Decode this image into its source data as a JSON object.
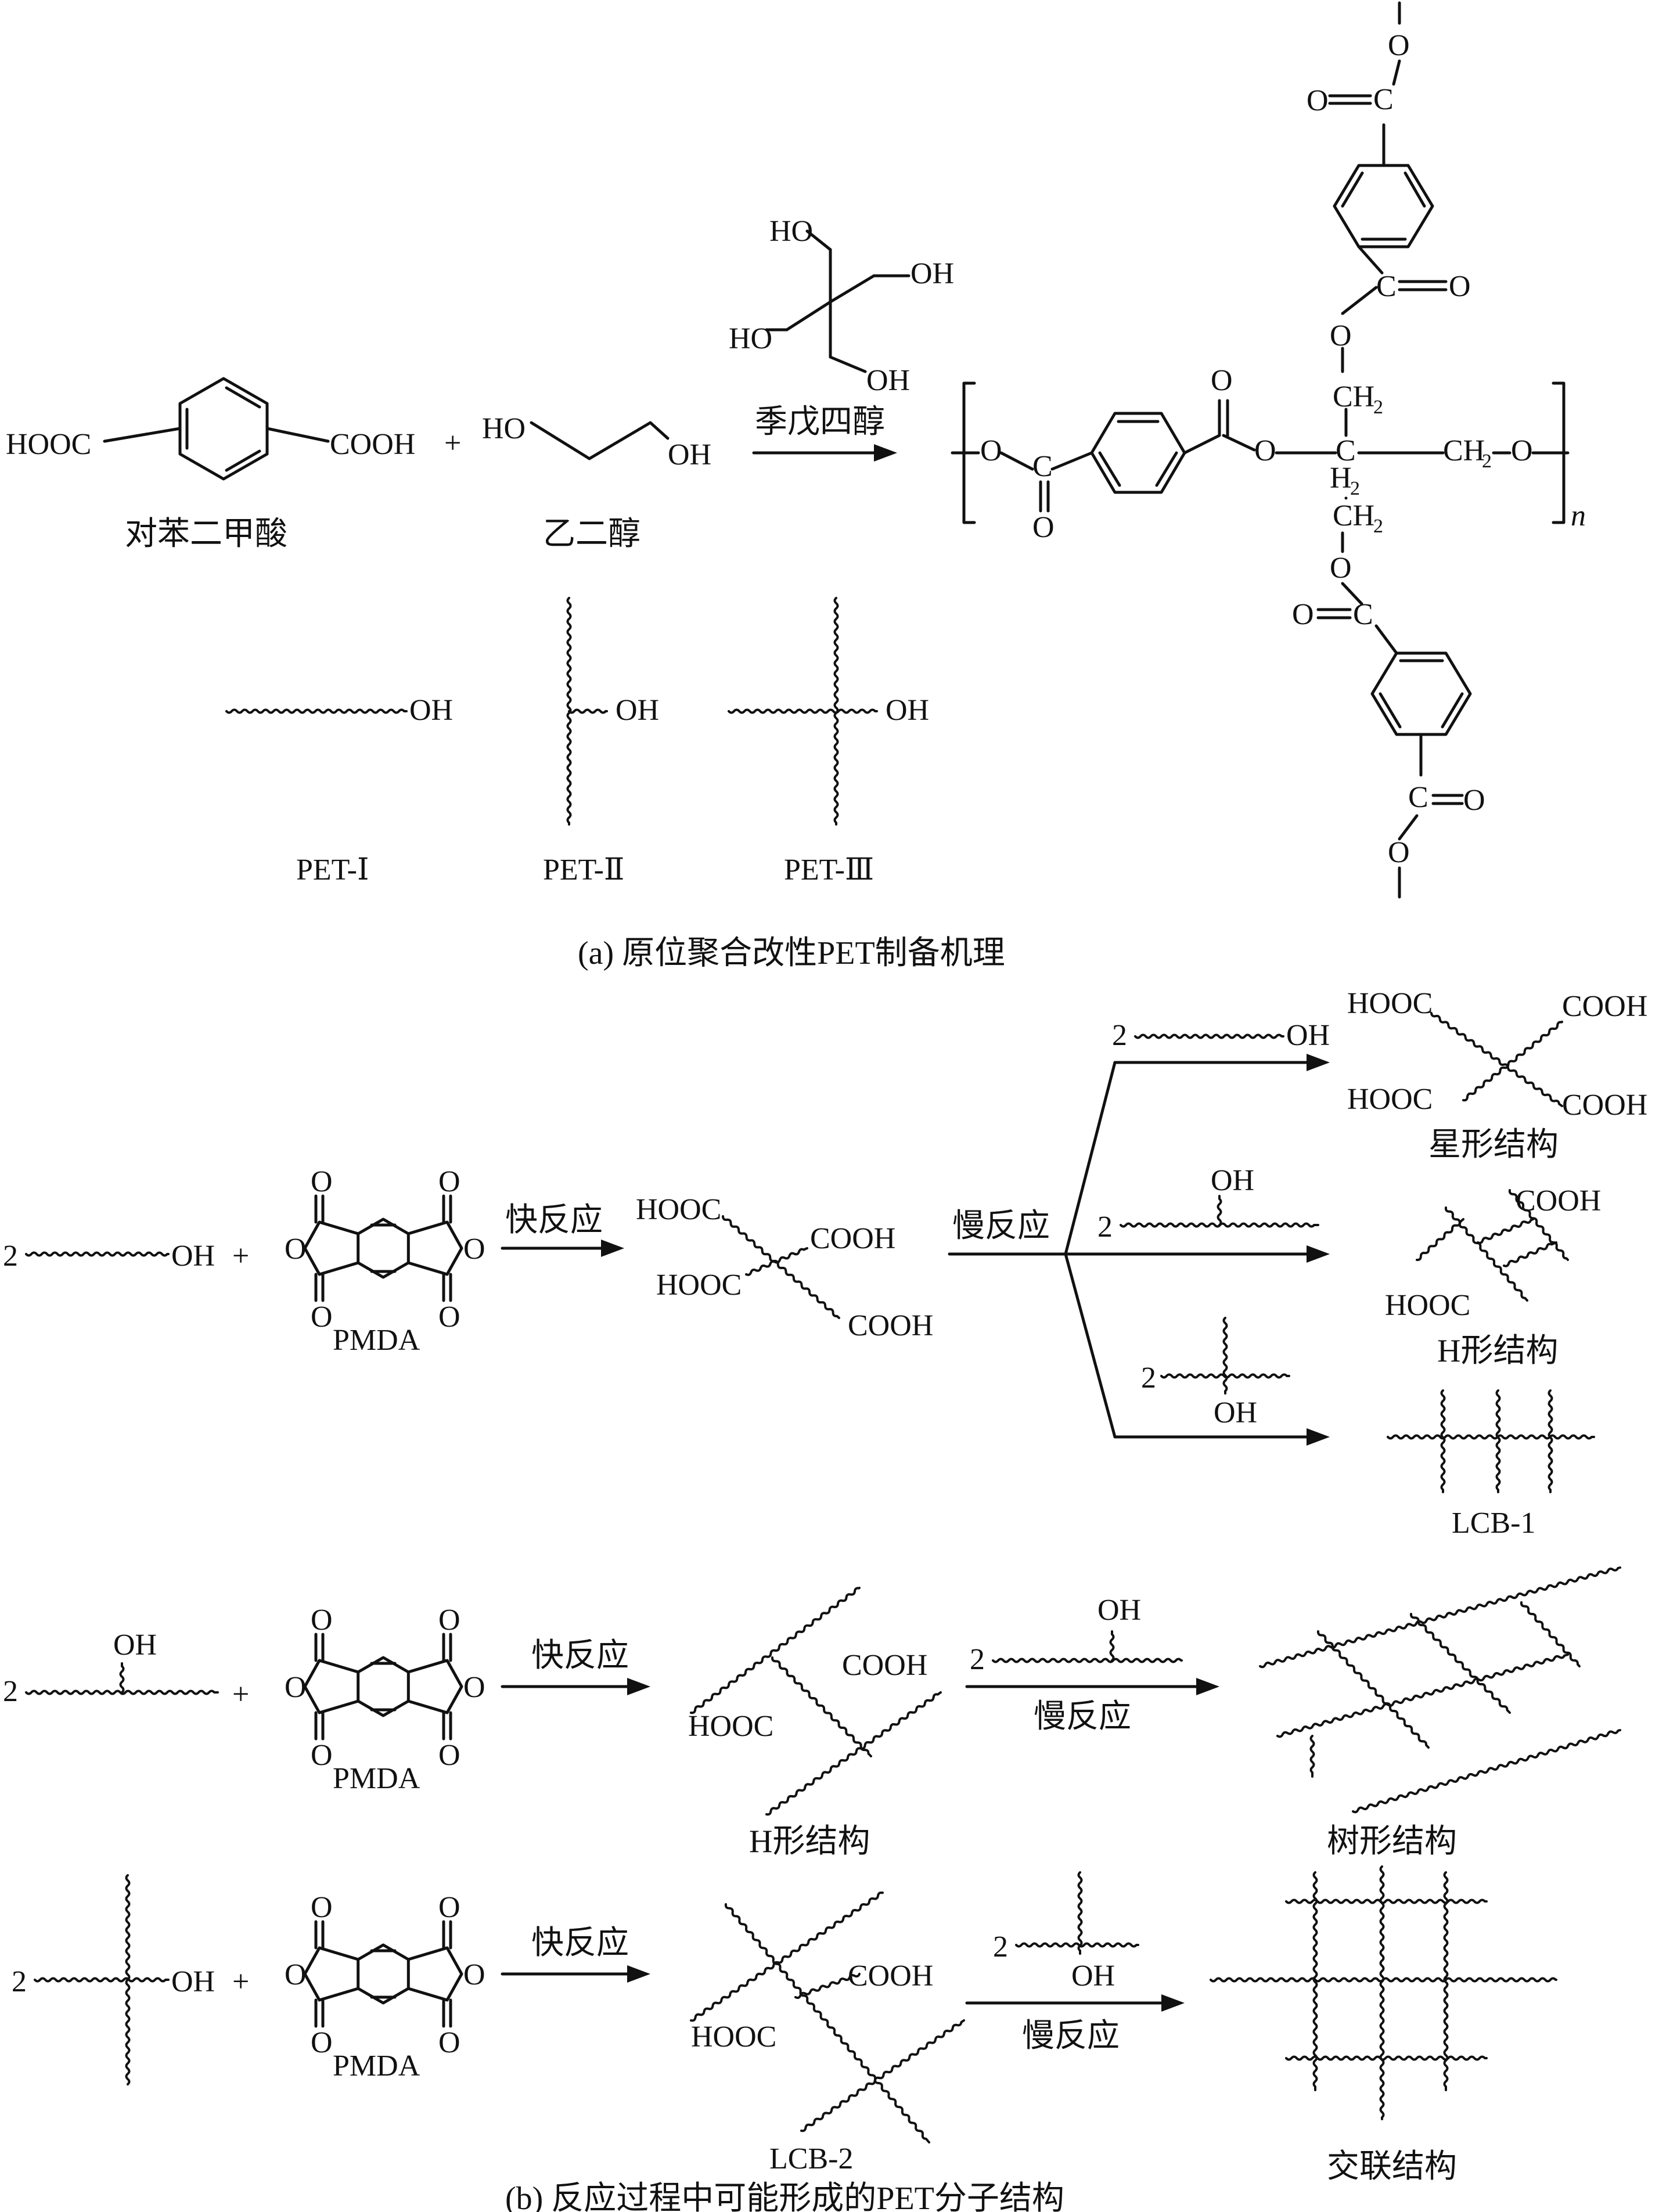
{
  "part_a": {
    "reactant1": {
      "left_group": "HOOC",
      "right_group": "COOH",
      "name": "对苯二甲酸"
    },
    "plus": "+",
    "reactant2": {
      "left_group": "HO",
      "right_group": "OH",
      "name": "乙二醇"
    },
    "catalyst": {
      "oh": "HO",
      "oh2": "OH",
      "oh3": "HO",
      "oh4": "OH",
      "name": "季戊四醇"
    },
    "product": {
      "o_top": "O",
      "o_ester": "O",
      "o_bottom": "O",
      "o_left": "O",
      "o_ring_ester": "O",
      "ch2_1": "H",
      "ch2_1_sub": "2",
      "ch2_2": "CH",
      "ch2_2_sub": "2",
      "ch2_3": "CH",
      "ch2_3_sub": "2",
      "ch2_right": "CH",
      "ch2_right_sub": "2",
      "o_right": "O",
      "carbon": "C",
      "carbon_c": "C",
      "upper_o1": "O",
      "upper_co": "O",
      "upper_o2": "O",
      "upper_o3": "O",
      "lower_o1": "O",
      "lower_co": "O",
      "lower_o2": "O",
      "lower_o3": "O",
      "c_up": "C",
      "c_up2": "C",
      "c_low": "C",
      "c_low2": "C",
      "n": "n"
    },
    "pet_types": [
      {
        "oh": "OH",
        "label": "PET-Ⅰ"
      },
      {
        "oh": "OH",
        "label": "PET-Ⅱ"
      },
      {
        "oh": "OH",
        "label": "PET-Ⅲ"
      }
    ],
    "caption": "(a) 原位聚合改性PET制备机理"
  },
  "part_b": {
    "row1": {
      "coef": "2",
      "oh": "OH",
      "plus": "+",
      "pmda_label": "PMDA",
      "o": "O",
      "fast": "快反应",
      "slow": "慢反应",
      "int": {
        "hooc1": "HOOC",
        "cooh1": "COOH",
        "hooc2": "HOOC",
        "cooh2": "COOH"
      },
      "br1": {
        "coef": "2",
        "oh": "OH"
      },
      "br2": {
        "coef": "2",
        "oh": "OH"
      },
      "br3": {
        "coef": "2",
        "oh": "OH"
      },
      "star": {
        "hooc1": "HOOC",
        "cooh1": "COOH",
        "hooc2": "HOOC",
        "cooh2": "COOH",
        "name": "星形结构"
      },
      "h": {
        "cooh": "COOH",
        "hooc": "HOOC",
        "name": "H形结构"
      },
      "lcb1": "LCB-1"
    },
    "row2": {
      "coef": "2",
      "oh": "OH",
      "plus": "+",
      "pmda_label": "PMDA",
      "o": "O",
      "fast": "快反应",
      "coef2": "2",
      "oh2": "OH",
      "slow": "慢反应",
      "int": {
        "cooh": "COOH",
        "hooc": "HOOC",
        "name": "H形结构"
      },
      "product": "树形结构"
    },
    "row3": {
      "coef": "2",
      "oh": "OH",
      "plus": "+",
      "pmda_label": "PMDA",
      "o": "O",
      "fast": "快反应",
      "coef2": "2",
      "oh2": "OH",
      "slow": "慢反应",
      "int": {
        "cooh": "COOH",
        "hooc": "HOOC",
        "name": "LCB-2"
      },
      "product": "交联结构"
    },
    "caption": "(b) 反应过程中可能形成的PET分子结构"
  }
}
